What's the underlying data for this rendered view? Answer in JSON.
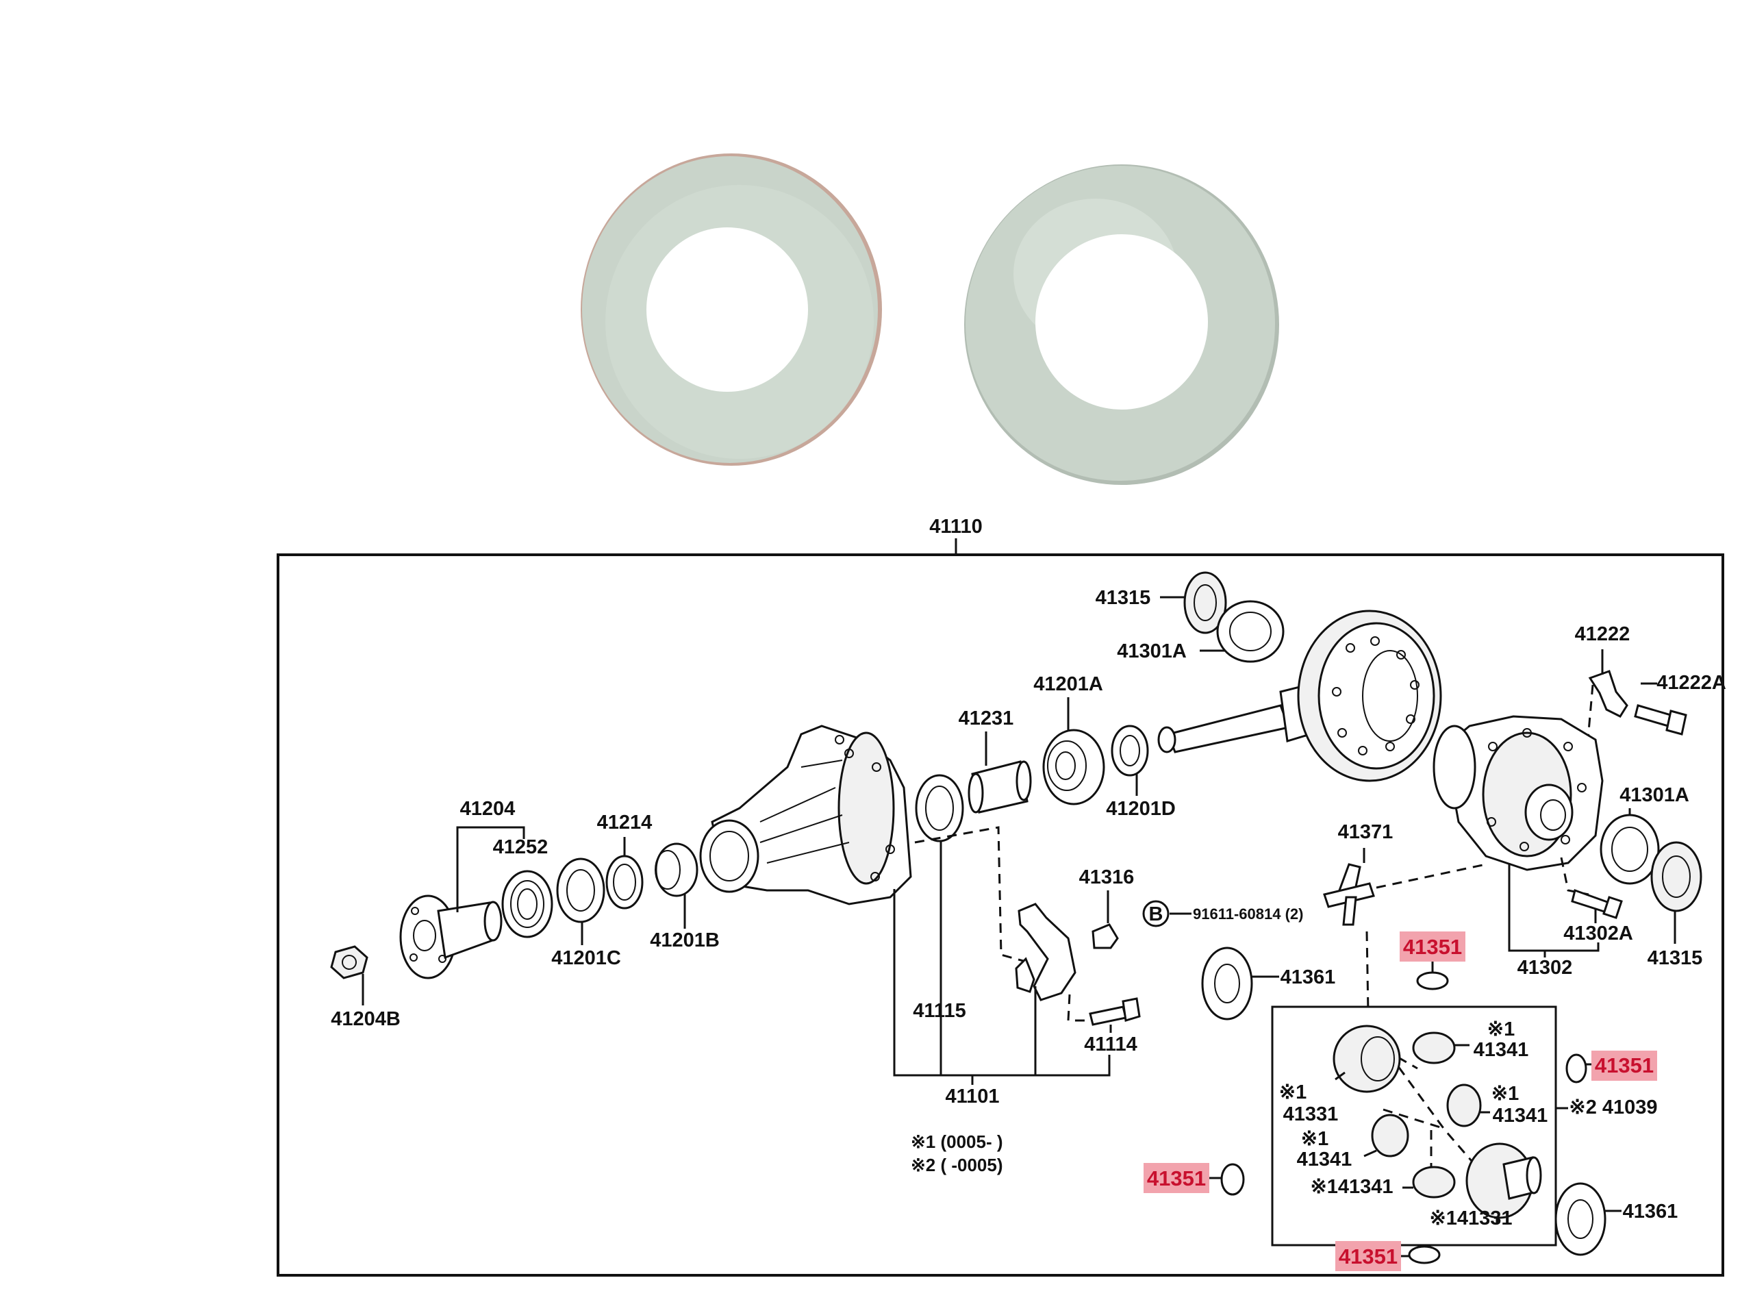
{
  "photo": {
    "washer_color": "#c9d4ca",
    "washer_shadow": "#b2bdb3",
    "rim_color": "#c7a79a"
  },
  "diagram": {
    "assembly_number": "41110",
    "highlight_color": "#f2a3ad",
    "labels": {
      "p41204": "41204",
      "p41252": "41252",
      "p41214": "41214",
      "p41204B": "41204B",
      "p41201C": "41201C",
      "p41201B": "41201B",
      "p41231": "41231",
      "p41201A": "41201A",
      "p41201D": "41201D",
      "p41315_top": "41315",
      "p41301A_top": "41301A",
      "p41222": "41222",
      "p41222A": "41222A",
      "p41301A_right": "41301A",
      "p41371": "41371",
      "p41316": "41316",
      "bolt_b": "91611-60814 (2)",
      "bolt_b_marker": "B",
      "p41302A": "41302A",
      "p41302": "41302",
      "p41315_right": "41315",
      "p41115": "41115",
      "p41114": "41114",
      "p41101": "41101",
      "p41361_left": "41361",
      "p41341_a": "41341",
      "p41341_a_mark": "※1",
      "p41331_a": "41331",
      "p41331_a_mark": "※1",
      "p41341_b": "41341",
      "p41341_b_mark": "※1",
      "p41341_c": "41341",
      "p41341_c_mark": "※1",
      "p41341_d": "※141341",
      "p41331_b": "※141331",
      "p41039": "※2 41039",
      "p41361_right": "41361",
      "note1": "※1 (0005-       )",
      "note2": "※2 (       -0005)"
    },
    "highlighted": {
      "h1": "41351",
      "h2": "41351",
      "h3": "41351",
      "h4": "41351"
    }
  }
}
